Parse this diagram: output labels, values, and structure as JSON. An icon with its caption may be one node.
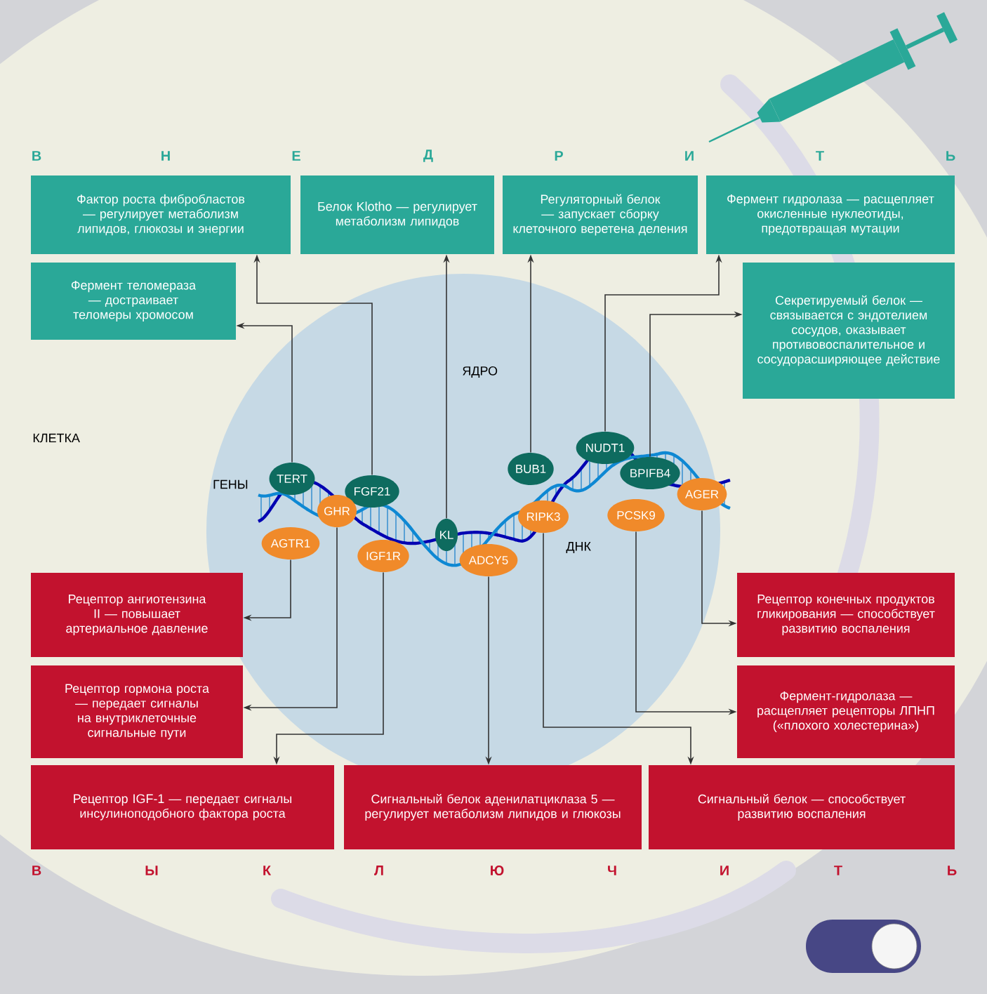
{
  "diagram": {
    "nodes": [
      {
        "text": [
          "Фактор роста фибробластов — регулирует метаболизм липидов, глюкозы и энергии"
        ]
      },
      {
        "text": [
          "Белок Klotho — регулирует метаболизм липидов"
        ]
      },
      {
        "text": [
          "Регуляторный белок — запускает сборку клеточного веретена деления"
        ]
      },
      {
        "text": [
          "Фермент гидролаза — расщепляет окисленные нуклеотиды, предотвращая мутации"
        ]
      },
      {
        "text": [
          "Фермент теломераза — достраивает теломеры хромосом"
        ]
      },
      {
        "text": [
          "Секретируемый белок — связывается с эндотелием сосудов, оказывает противовоспалительное и сосудорасширяющее действие"
        ]
      },
      {
        "text": [
          "TERT"
        ]
      },
      {
        "text": [
          "FGF21"
        ]
      },
      {
        "text": [
          "GHR"
        ]
      },
      {
        "text": [
          "AGTR1"
        ]
      },
      {
        "text": [
          "IGF1R"
        ]
      },
      {
        "text": [
          "KL"
        ]
      },
      {
        "text": [
          "ADCY5"
        ]
      },
      {
        "text": [
          "BUB1"
        ]
      },
      {
        "text": [
          "RIPK3"
        ]
      },
      {
        "text": [
          "NUDT1"
        ]
      },
      {
        "text": [
          "BPIFB4"
        ]
      },
      {
        "text": [
          "AGER"
        ]
      },
      {
        "text": [
          "PCSK9"
        ]
      },
      {
        "text": [
          "Рецептор ангиотензина II — повышает артериальное давление"
        ]
      },
      {
        "text": [
          "Рецептор конечных продуктов гликирования — способствует развитию воспаления"
        ]
      },
      {
        "text": [
          "Рецептор гормона роста — передает сигналы на внутриклеточные сигнальные пути"
        ]
      },
      {
        "text": [
          "Фермент-гидролаза — расщепляет рецепторы ЛПНП («плохого холестерина»)"
        ]
      },
      {
        "text": [
          "Рецептор IGF-1 — передает сигналы инсулиноподобного фактора роста"
        ]
      },
      {
        "text": [
          "Сигнальный белок аденилатциклаза 5 — регулирует метаболизм липидов и глюкозы"
        ]
      },
      {
        "text": [
          "Сигнальный белок — способствует развитию воспаления"
        ]
      }
    ],
    "edges": [
      {
        "from": 6,
        "to": 4,
        "arrow": "to"
      },
      {
        "from": 7,
        "to": 0,
        "arrow": "to"
      },
      {
        "from": 11,
        "to": 1,
        "arrow": "to"
      },
      {
        "from": 13,
        "to": 2,
        "arrow": "to"
      },
      {
        "from": 15,
        "to": 3,
        "arrow": "to"
      },
      {
        "from": 16,
        "to": 5,
        "arrow": "to"
      },
      {
        "from": 9,
        "to": 19,
        "arrow": "to"
      },
      {
        "from": 8,
        "to": 21,
        "arrow": "to"
      },
      {
        "from": 10,
        "to": 23,
        "arrow": "to"
      },
      {
        "from": 12,
        "to": 24,
        "arrow": "to"
      },
      {
        "from": 14,
        "to": 25,
        "arrow": "to"
      },
      {
        "from": 18,
        "to": 22,
        "arrow": "to"
      },
      {
        "from": 17,
        "to": 20,
        "arrow": "to"
      }
    ],
    "labels": [
      "В",
      "Н",
      "Е",
      "Д",
      "Р",
      "И",
      "Т",
      "Ь",
      "ЯДРО",
      "КЛЕТКА",
      "ГЕНЫ",
      "ДНК",
      "В",
      "Ы",
      "К",
      "Л",
      "Ю",
      "Ч",
      "И",
      "Т",
      "Ь"
    ]
  }
}
